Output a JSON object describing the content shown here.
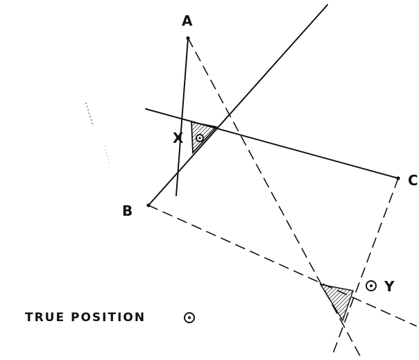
{
  "labels": {
    "point_a": "A",
    "point_b": "B",
    "point_c": "C",
    "point_x": "X",
    "point_y": "Y",
    "legend": "TRUE POSITION"
  },
  "symbols": {
    "position_marker": "target-circle-icon"
  }
}
